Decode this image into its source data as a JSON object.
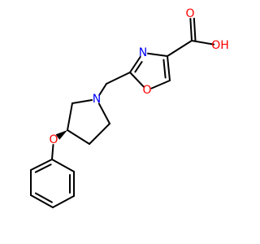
{
  "diagram": {
    "type": "chemical-structure",
    "background": "#ffffff",
    "bond_color": "#000000",
    "atom_colors": {
      "N": "#0000ff",
      "O": "#ff0000"
    },
    "atoms": [
      {
        "id": "a_o_carbonyl",
        "symbol": "O",
        "label": "O"
      },
      {
        "id": "a_oh",
        "symbol": "O",
        "label": "OH"
      },
      {
        "id": "a_c_acid",
        "symbol": "C",
        "label": ""
      },
      {
        "id": "a_ox_c4",
        "symbol": "C",
        "label": ""
      },
      {
        "id": "a_ox_c5",
        "symbol": "C",
        "label": ""
      },
      {
        "id": "a_ox_o1",
        "symbol": "O",
        "label": "O"
      },
      {
        "id": "a_ox_c2",
        "symbol": "C",
        "label": ""
      },
      {
        "id": "a_ox_n3",
        "symbol": "N",
        "label": "N"
      },
      {
        "id": "a_ch2",
        "symbol": "C",
        "label": ""
      },
      {
        "id": "a_pyr_n",
        "symbol": "N",
        "label": "N"
      },
      {
        "id": "a_pyr_c2",
        "symbol": "C",
        "label": ""
      },
      {
        "id": "a_pyr_c3",
        "symbol": "C",
        "label": ""
      },
      {
        "id": "a_pyr_c4",
        "symbol": "C",
        "label": ""
      },
      {
        "id": "a_pyr_c5",
        "symbol": "C",
        "label": ""
      },
      {
        "id": "a_ether_o",
        "symbol": "O",
        "label": "O"
      },
      {
        "id": "a_ph_c1",
        "symbol": "C",
        "label": ""
      },
      {
        "id": "a_ph_c2",
        "symbol": "C",
        "label": ""
      },
      {
        "id": "a_ph_c3",
        "symbol": "C",
        "label": ""
      },
      {
        "id": "a_ph_c4",
        "symbol": "C",
        "label": ""
      },
      {
        "id": "a_ph_c5",
        "symbol": "C",
        "label": ""
      },
      {
        "id": "a_ph_c6",
        "symbol": "C",
        "label": ""
      }
    ],
    "bonds": [
      {
        "from": "a_c_acid",
        "to": "a_o_carbonyl",
        "order": 2
      },
      {
        "from": "a_c_acid",
        "to": "a_oh",
        "order": 1
      },
      {
        "from": "a_c_acid",
        "to": "a_ox_c4",
        "order": 1
      },
      {
        "from": "a_ox_c4",
        "to": "a_ox_c5",
        "order": 2
      },
      {
        "from": "a_ox_c5",
        "to": "a_ox_o1",
        "order": 1
      },
      {
        "from": "a_ox_o1",
        "to": "a_ox_c2",
        "order": 1
      },
      {
        "from": "a_ox_c2",
        "to": "a_ox_n3",
        "order": 2
      },
      {
        "from": "a_ox_n3",
        "to": "a_ox_c4",
        "order": 1
      },
      {
        "from": "a_ox_c2",
        "to": "a_ch2",
        "order": 1
      },
      {
        "from": "a_ch2",
        "to": "a_pyr_n",
        "order": 1
      },
      {
        "from": "a_pyr_n",
        "to": "a_pyr_c2",
        "order": 1
      },
      {
        "from": "a_pyr_c2",
        "to": "a_pyr_c3",
        "order": 1
      },
      {
        "from": "a_pyr_c3",
        "to": "a_pyr_c4",
        "order": 1
      },
      {
        "from": "a_pyr_c4",
        "to": "a_pyr_c5",
        "order": 1
      },
      {
        "from": "a_pyr_c5",
        "to": "a_pyr_n",
        "order": 1
      },
      {
        "from": "a_pyr_c3",
        "to": "a_ether_o",
        "order": 1,
        "stereo": "wedge"
      },
      {
        "from": "a_ether_o",
        "to": "a_ph_c1",
        "order": 1
      },
      {
        "from": "a_ph_c1",
        "to": "a_ph_c2",
        "order": 2
      },
      {
        "from": "a_ph_c2",
        "to": "a_ph_c3",
        "order": 1
      },
      {
        "from": "a_ph_c3",
        "to": "a_ph_c4",
        "order": 2
      },
      {
        "from": "a_ph_c4",
        "to": "a_ph_c5",
        "order": 1
      },
      {
        "from": "a_ph_c5",
        "to": "a_ph_c6",
        "order": 2
      },
      {
        "from": "a_ph_c6",
        "to": "a_ph_c1",
        "order": 1
      }
    ]
  }
}
